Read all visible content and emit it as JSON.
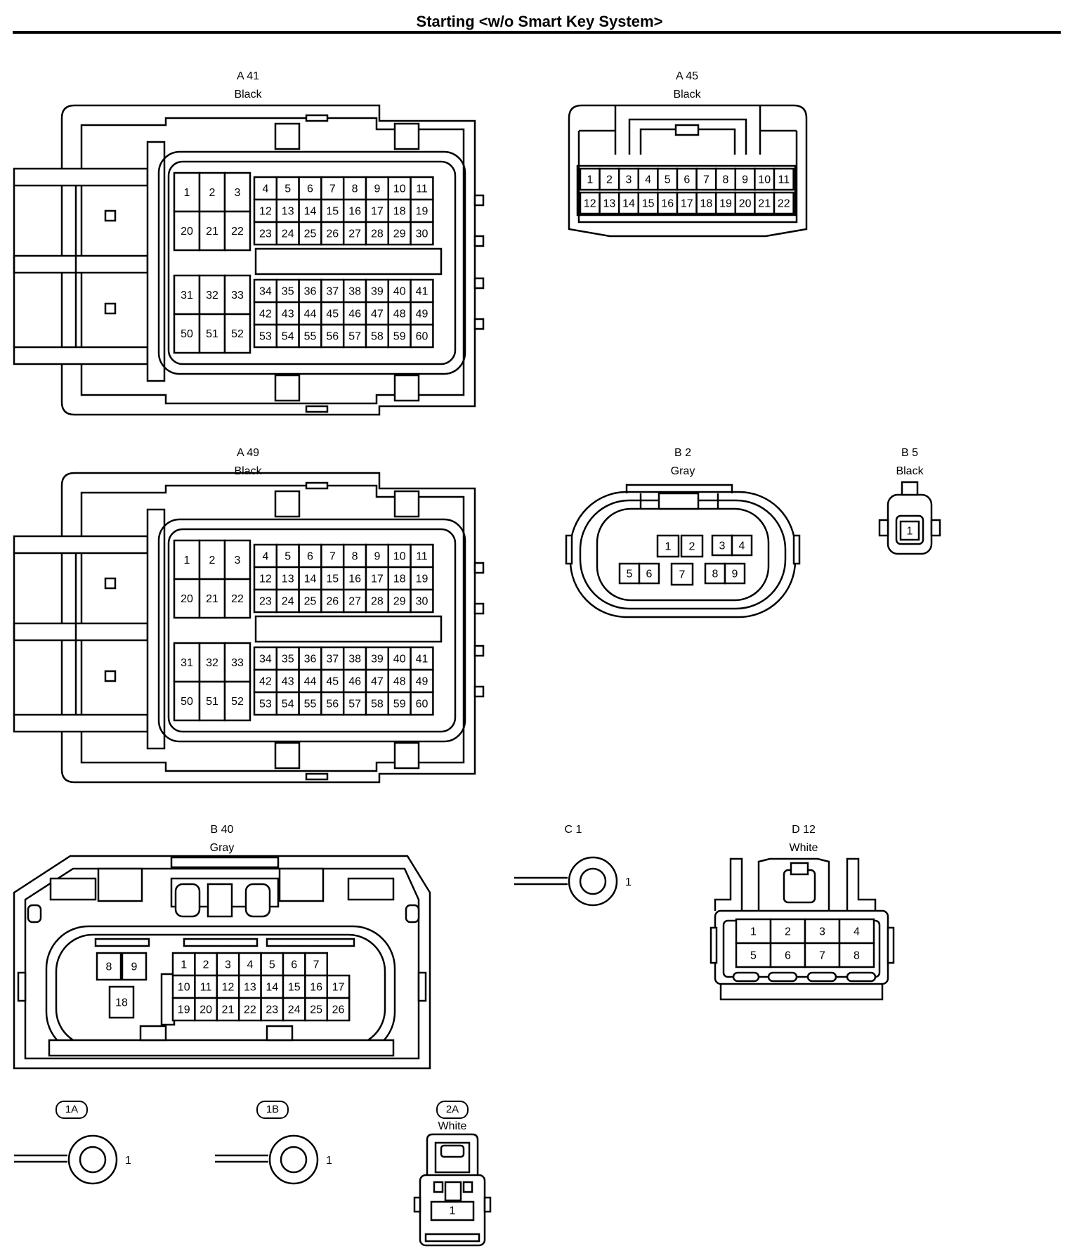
{
  "title": "Starting <w/o Smart Key System>",
  "connectors": {
    "a41": {
      "code": "A 41",
      "color": "Black"
    },
    "a45": {
      "code": "A 45",
      "color": "Black"
    },
    "a49": {
      "code": "A 49",
      "color": "Black"
    },
    "b2": {
      "code": "B 2",
      "color": "Gray"
    },
    "b5": {
      "code": "B 5",
      "color": "Black"
    },
    "b40": {
      "code": "B 40",
      "color": "Gray"
    },
    "c1": {
      "code": "C 1",
      "pin": "1"
    },
    "d12": {
      "code": "D 12",
      "color": "White"
    },
    "g1a": {
      "code": "1A",
      "pin": "1"
    },
    "g1b": {
      "code": "1B",
      "pin": "1"
    },
    "g2a": {
      "code": "2A",
      "color": "White",
      "pin": "1"
    }
  }
}
